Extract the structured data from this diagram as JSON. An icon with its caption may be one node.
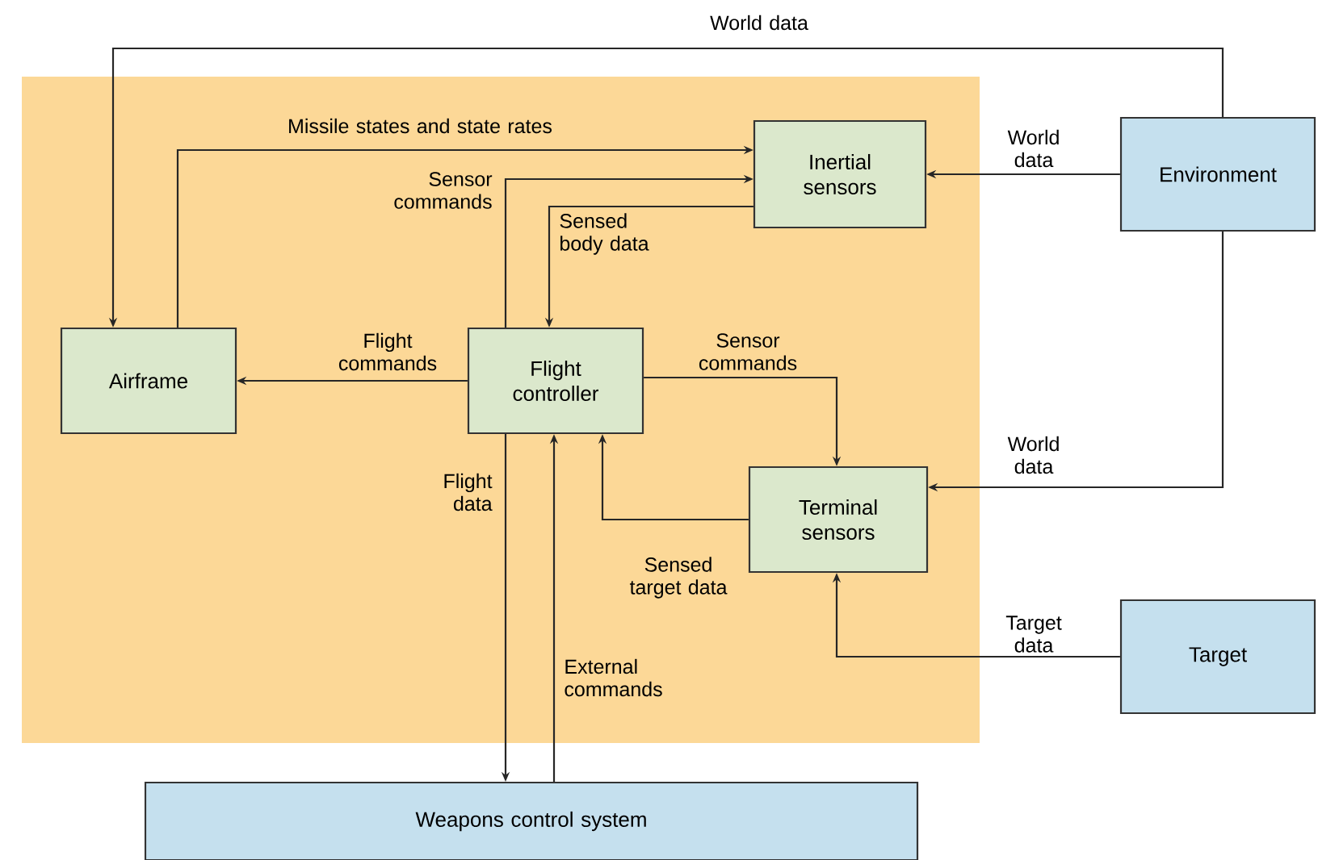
{
  "diagram": {
    "nodes": [
      {
        "text": [],
        "shape": "box"
      },
      {
        "text": [
          "Inertial sensors"
        ],
        "in": 0
      },
      {
        "text": [
          "Environment"
        ]
      },
      {
        "text": [
          "Airframe"
        ],
        "in": 0
      },
      {
        "text": [
          "Flight controller"
        ],
        "in": 0
      },
      {
        "text": [
          "Terminal sensors"
        ],
        "in": 0
      },
      {
        "text": [
          "Target"
        ]
      },
      {
        "text": [
          "Weapons control system"
        ]
      }
    ],
    "edges": [
      {
        "from": 2,
        "to": 3,
        "arrow": "to",
        "label": "World data"
      },
      {
        "from": 3,
        "to": 1,
        "arrow": "to",
        "label": "Missile states and state rates"
      },
      {
        "from": 4,
        "to": 1,
        "arrow": "to",
        "label": "Sensor commands"
      },
      {
        "from": 1,
        "to": 4,
        "arrow": "to",
        "label": "Sensed body data"
      },
      {
        "from": 2,
        "to": 1,
        "arrow": "to",
        "label": "World data"
      },
      {
        "from": 4,
        "to": 3,
        "arrow": "to",
        "label": "Flight commands"
      },
      {
        "from": 4,
        "to": 5,
        "arrow": "to",
        "label": "Sensor commands"
      },
      {
        "from": 5,
        "to": 4,
        "arrow": "to",
        "label": "Sensed target data"
      },
      {
        "from": 2,
        "to": 5,
        "arrow": "to",
        "label": "World data"
      },
      {
        "from": 6,
        "to": 5,
        "arrow": "to",
        "label": "Target data"
      },
      {
        "from": 4,
        "to": 7,
        "arrow": "to",
        "label": "Flight data"
      },
      {
        "from": 7,
        "to": 4,
        "arrow": "to",
        "label": "External commands"
      }
    ]
  }
}
